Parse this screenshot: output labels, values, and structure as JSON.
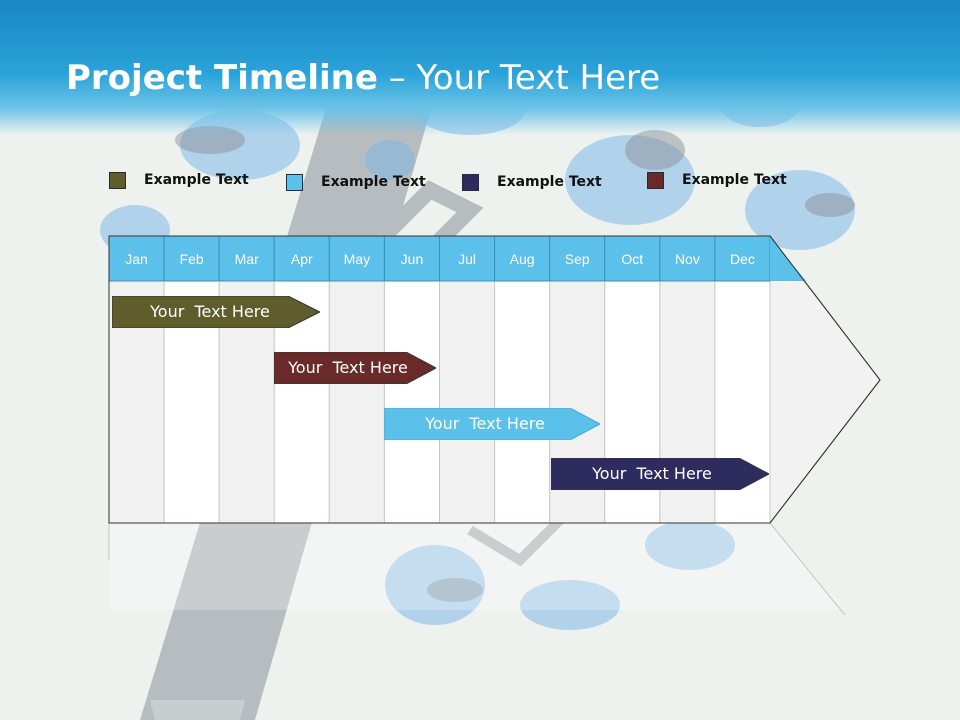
{
  "title": {
    "bold": "Project Timeline",
    "rest": " – Your Text Here"
  },
  "legend": [
    {
      "label": "Example Text",
      "color": "#5e5d2b"
    },
    {
      "label": "Example Text",
      "color": "#5bc0ea"
    },
    {
      "label": "Example Text",
      "color": "#2e2c5e"
    },
    {
      "label": "Example Text",
      "color": "#6b2a2a"
    }
  ],
  "months": [
    "Jan",
    "Feb",
    "Mar",
    "Apr",
    "May",
    "Jun",
    "Jul",
    "Aug",
    "Sep",
    "Oct",
    "Nov",
    "Dec"
  ],
  "bars": [
    {
      "label": "Your  Text Here",
      "color": "#5e5d2b"
    },
    {
      "label": "Your  Text Here",
      "color": "#6b2a2a"
    },
    {
      "label": "Your  Text Here",
      "color": "#5bc0ea"
    },
    {
      "label": "Your  Text Here",
      "color": "#2e2c5e"
    }
  ],
  "colors": {
    "header": "#2ba3d9",
    "month_row": "#5bc0ea",
    "grid_line": "#c8c8c8"
  }
}
